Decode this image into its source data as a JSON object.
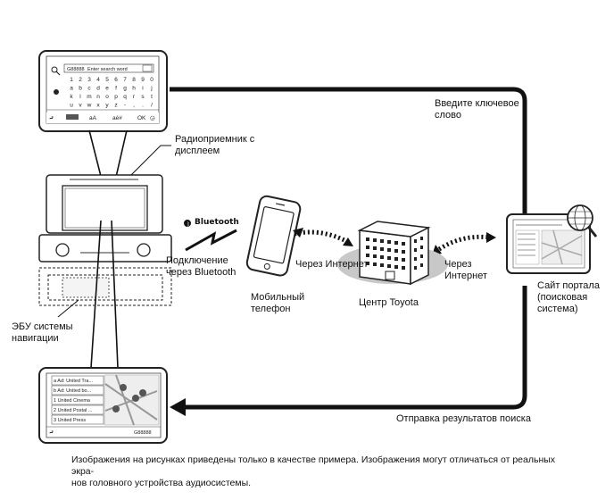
{
  "labels": {
    "radio": "Радиоприемник с дисплеем",
    "radio_line1": "Радиоприемник с",
    "radio_line2": "дисплеем",
    "ecu_line1": "ЭБУ системы",
    "ecu_line2": "навигации",
    "bt_line1": "Подключение",
    "bt_line2": "через Bluetooth",
    "bt_logo": "Bluetooth",
    "phone_line1": "Мобильный",
    "phone_line2": "телефон",
    "internet_left": "Через Интернет",
    "internet_right_line1": "Через",
    "internet_right_line2": "Интернет",
    "toyota_center": "Центр Toyota",
    "portal_line1": "Сайт портала",
    "portal_line2": "(поисковая",
    "portal_line3": "система)",
    "enter_keyword_line1": "Введите ключевое",
    "enter_keyword_line2": "слово",
    "send_results": "Отправка результатов поиска"
  },
  "keyboard_screen": {
    "search_placeholder": "Enter search word",
    "rows": [
      [
        "1",
        "2",
        "3",
        "4",
        "5",
        "6",
        "7",
        "8",
        "9",
        "0"
      ],
      [
        "a",
        "b",
        "c",
        "d",
        "e",
        "f",
        "g",
        "h",
        "i",
        "j"
      ],
      [
        "k",
        "l",
        "m",
        "n",
        "o",
        "p",
        "q",
        "r",
        "s",
        "t"
      ],
      [
        "u",
        "v",
        "w",
        "x",
        "y",
        "z",
        "-",
        ",",
        ".",
        "/"
      ]
    ],
    "bottom_keys": [
      "aA",
      "aé#",
      "OK"
    ]
  },
  "results_screen": {
    "items": [
      "a Ad: United Tra...",
      "b Ad: United bo...",
      "1 United Cinema",
      "2 United Postal ...",
      "3 United Press"
    ]
  },
  "footnote": "Изображения на рисунках приведены только в качестве примера.  Изображения могут отличаться от реальных экра-нов головного устройства аудиосистемы.",
  "footnote_line1": "Изображения на рисунках приведены только в качестве примера.  Изображения могут отличаться от реальных экра-",
  "footnote_line2": "нов головного устройства аудиосистемы.",
  "colors": {
    "line": "#111111",
    "shadow": "#c8c8c8",
    "frame": "#222222"
  }
}
